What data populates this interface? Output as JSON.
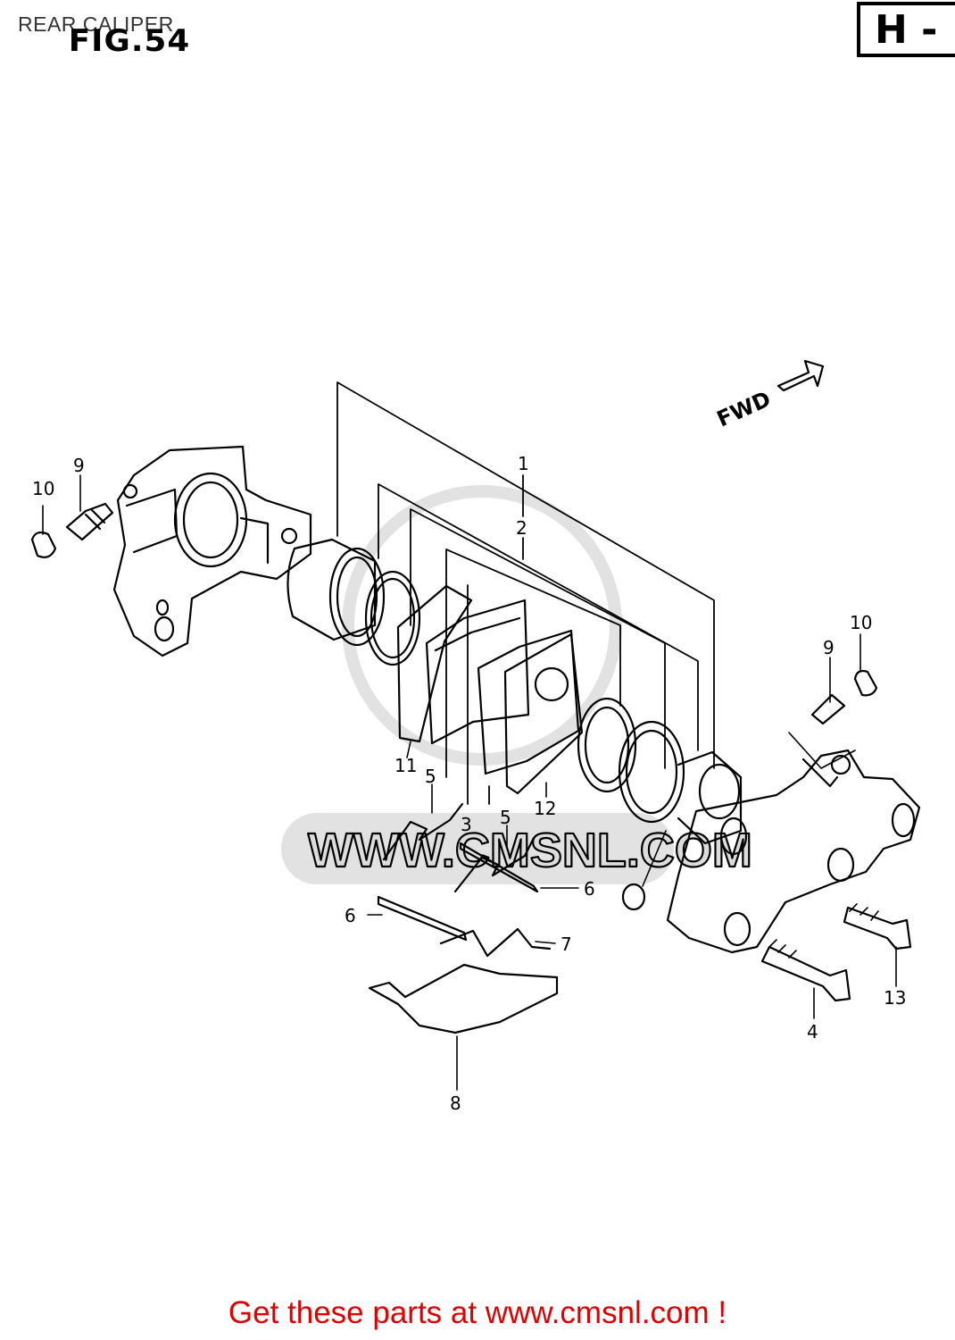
{
  "header": {
    "caption": "REAR CALIPER",
    "figure_number": "FIG.54",
    "section_code": "H -"
  },
  "diagram": {
    "direction_label": "FWD",
    "watermark_text": "WWW.CMSNL.COM",
    "callouts": [
      {
        "id": "c1",
        "text": "1"
      },
      {
        "id": "c2",
        "text": "2"
      },
      {
        "id": "c3",
        "text": "3"
      },
      {
        "id": "c4",
        "text": "4"
      },
      {
        "id": "c5a",
        "text": "5"
      },
      {
        "id": "c5b",
        "text": "5"
      },
      {
        "id": "c6a",
        "text": "6"
      },
      {
        "id": "c6b",
        "text": "6"
      },
      {
        "id": "c7",
        "text": "7"
      },
      {
        "id": "c8",
        "text": "8"
      },
      {
        "id": "c9a",
        "text": "9"
      },
      {
        "id": "c9b",
        "text": "9"
      },
      {
        "id": "c10a",
        "text": "10"
      },
      {
        "id": "c10b",
        "text": "10"
      },
      {
        "id": "c11",
        "text": "11"
      },
      {
        "id": "c12",
        "text": "12"
      },
      {
        "id": "c13",
        "text": "13"
      }
    ]
  },
  "footer": {
    "link_text": "Get these parts at www.cmsnl.com !",
    "color": "#e00000"
  }
}
